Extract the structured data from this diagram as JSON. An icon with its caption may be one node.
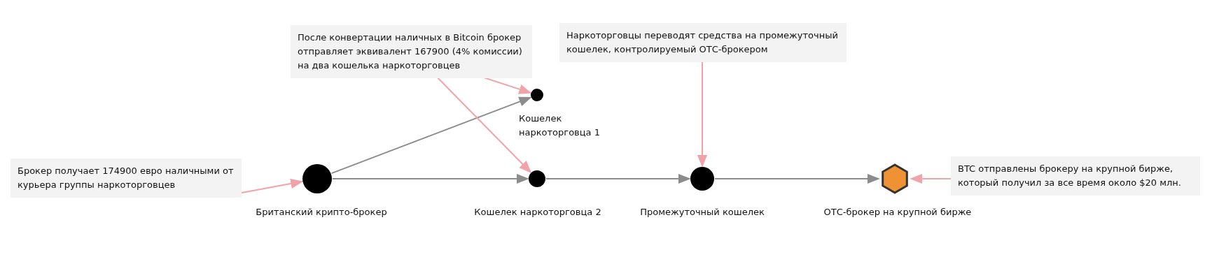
{
  "diagram": {
    "nodes": [
      {
        "text": [
          "После конвертации наличных в Bitcoin брокер отправляет эквивалент 167900 (4% комиссии) на два кошелька наркоторговцев"
        ]
      },
      {
        "text": [
          "Наркоторговцы переводят средства на промежуточный кошелек, контролируемый ОТС-брокером"
        ]
      },
      {
        "text": [],
        "shape": "circle",
        "beside": [
          "Кошелек наркоторговца 1"
        ]
      },
      {
        "text": [
          "Брокер получает 174900 евро наличными от курьера группы наркоторговцев"
        ]
      },
      {
        "text": [],
        "shape": "circle",
        "beside": [
          "Британский крипто-брокер"
        ]
      },
      {
        "text": [],
        "shape": "circle",
        "beside": [
          "Кошелек наркоторговца 2"
        ]
      },
      {
        "text": [],
        "shape": "circle",
        "beside": [
          "Промежуточный кошелек"
        ]
      },
      {
        "text": [],
        "shape": "hexagon",
        "beside": [
          "ОТС-брокер на крупной бирже"
        ]
      },
      {
        "text": [
          "BTC отправлены брокеру на крупной бирже, который получил за все время около $20 млн."
        ]
      }
    ],
    "edges": [
      {
        "from": 3,
        "to": 4,
        "arrow": "to",
        "color": "#f0a4aa"
      },
      {
        "from": 4,
        "to": 2,
        "arrow": "to",
        "color": "#8c8c8c"
      },
      {
        "from": 4,
        "to": 5,
        "arrow": "to",
        "color": "#8c8c8c"
      },
      {
        "from": 0,
        "to": 2,
        "arrow": "to",
        "color": "#f0a4aa"
      },
      {
        "from": 0,
        "to": 5,
        "arrow": "to",
        "color": "#f0a4aa"
      },
      {
        "from": 5,
        "to": 6,
        "arrow": "to",
        "color": "#8c8c8c"
      },
      {
        "from": 1,
        "to": 6,
        "arrow": "to",
        "color": "#f0a4aa"
      },
      {
        "from": 6,
        "to": 7,
        "arrow": "to",
        "color": "#8c8c8c"
      },
      {
        "from": 8,
        "to": 7,
        "arrow": "to",
        "color": "#f0a4aa"
      }
    ]
  }
}
